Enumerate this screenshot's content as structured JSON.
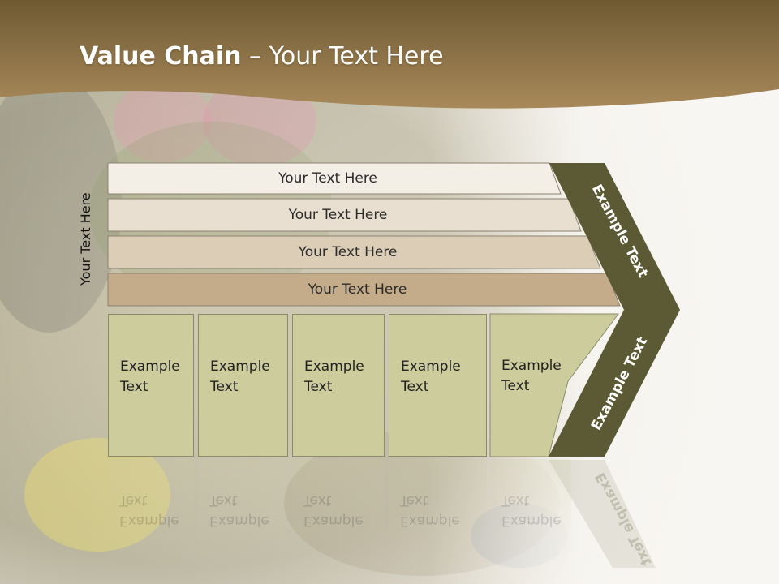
{
  "slide": {
    "title_bold": "Value Chain",
    "title_rest": " – Your Text Here",
    "side_label": "Your Text Here",
    "bars": [
      {
        "label": "Your Text Here"
      },
      {
        "label": "Your Text Here"
      },
      {
        "label": "Your Text Here"
      },
      {
        "label": "Your Text Here"
      }
    ],
    "boxes": [
      {
        "line1": "Example",
        "line2": "Text"
      },
      {
        "line1": "Example",
        "line2": "Text"
      },
      {
        "line1": "Example",
        "line2": "Text"
      },
      {
        "line1": "Example",
        "line2": "Text"
      },
      {
        "line1": "Example",
        "line2": "Text"
      }
    ],
    "arrow_upper_label": "Example Text",
    "arrow_lower_label": "Example Text"
  },
  "colors": {
    "header_brown": "#8a6c3c",
    "arrow_olive": "#5b5a34",
    "box_fill": "#cdcc9d",
    "bar_fills": [
      "#f3eee6",
      "#e8dfd1",
      "#dccdb7",
      "#c4ab89"
    ]
  }
}
